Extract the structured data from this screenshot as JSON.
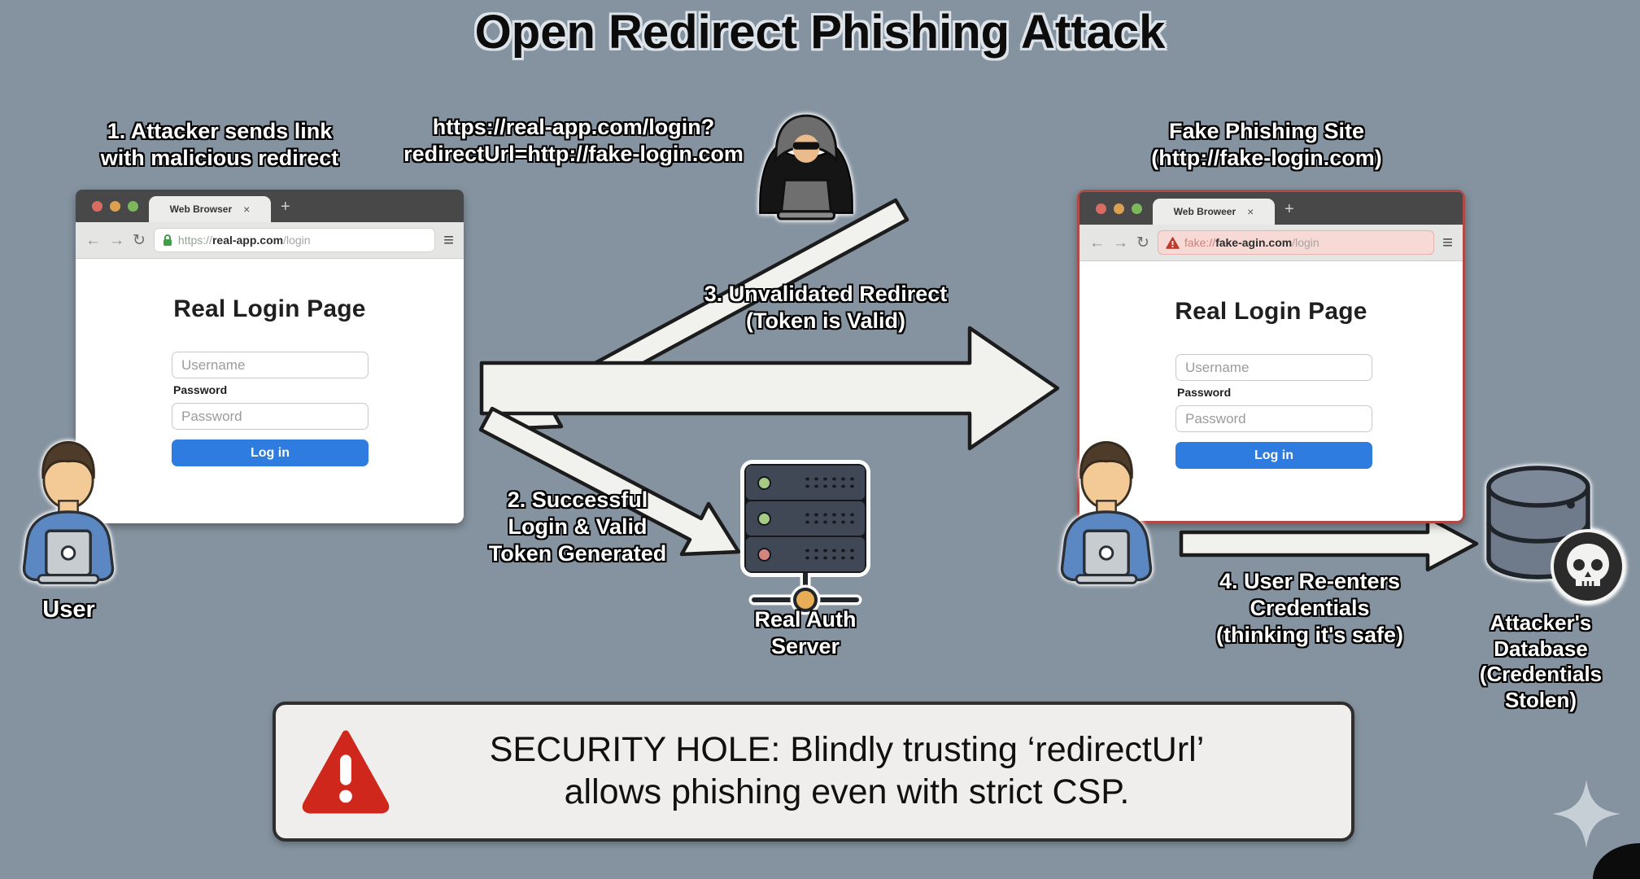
{
  "title": "Open Redirect Phishing Attack",
  "annotations": {
    "step1": "1. Attacker sends link\nwith malicious redirect",
    "malicious_url": "https://real-app.com/login?\nredirectUrl=http://fake-login.com",
    "step2": "2. Successful\nLogin & Valid\nToken Generated",
    "step3": "3. Unvalidated Redirect\n(Token is Valid)",
    "step4": "4. User Re-enters\nCredentials\n(thinking it's safe)",
    "user_label": "User",
    "auth_server_label": "Real Auth\nServer",
    "attacker_db_label": "Attacker's\nDatabase\n(Credentials Stolen)",
    "fake_site_label": "Fake Phishing Site\n(http://fake-login.com)"
  },
  "real_browser": {
    "tab_title": "Web Browser",
    "close_label": "×",
    "new_tab_label": "+",
    "back": "←",
    "forward": "→",
    "reload": "↻",
    "menu": "≡",
    "url_scheme": "https://",
    "url_domain": "real-app.com",
    "url_path": "/login",
    "page": {
      "heading": "Real Login Page",
      "username_placeholder": "Username",
      "password_label": "Password",
      "password_placeholder": "Password",
      "login_button": "Log in"
    }
  },
  "fake_browser": {
    "tab_title": "Web Broweer",
    "close_label": "×",
    "new_tab_label": "+",
    "back": "←",
    "forward": "→",
    "reload": "↻",
    "menu": "≡",
    "url_scheme": "fake://",
    "url_domain": "fake-agin.com",
    "url_path": "/login",
    "page": {
      "heading": "Real Login Page",
      "username_placeholder": "Username",
      "password_label": "Password",
      "password_placeholder": "Password",
      "login_button": "Log in"
    }
  },
  "warning_box": {
    "line1": "SECURITY HOLE: Blindly trusting ‘redirectUrl’",
    "line2": "allows phishing even with strict CSP."
  },
  "colors": {
    "background": "#8593a0",
    "login_button_blue": "#2e7ce0",
    "fake_border_red": "#b04a47",
    "warning_red": "#cf271b",
    "url_warning_bg": "#f7d9d6",
    "arrow_fill": "#f1f1ee"
  }
}
